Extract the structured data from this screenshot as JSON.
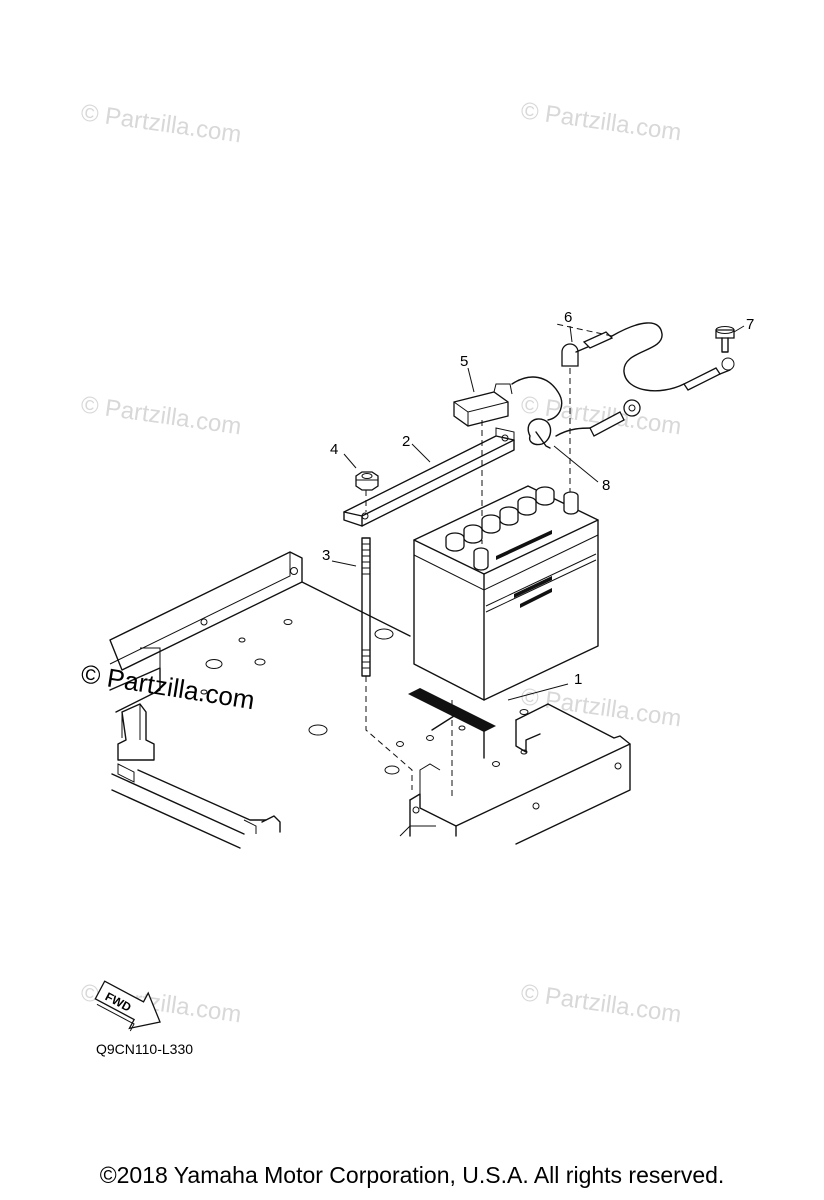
{
  "watermark": {
    "text": "© Partzilla.com"
  },
  "diagram_code": "Q9CN110-L330",
  "fwd_arrow_label": "FWD",
  "callouts": [
    {
      "number": "1",
      "part": "battery"
    },
    {
      "number": "2",
      "part": "battery-band"
    },
    {
      "number": "3",
      "part": "stud-bolt"
    },
    {
      "number": "4",
      "part": "nut"
    },
    {
      "number": "5",
      "part": "fuse-holder"
    },
    {
      "number": "6",
      "part": "battery-lead"
    },
    {
      "number": "7",
      "part": "bolt"
    },
    {
      "number": "8",
      "part": "cable-band"
    }
  ],
  "copyright": "©2018  Yamaha Motor Corporation, U.S.A. All rights reserved."
}
